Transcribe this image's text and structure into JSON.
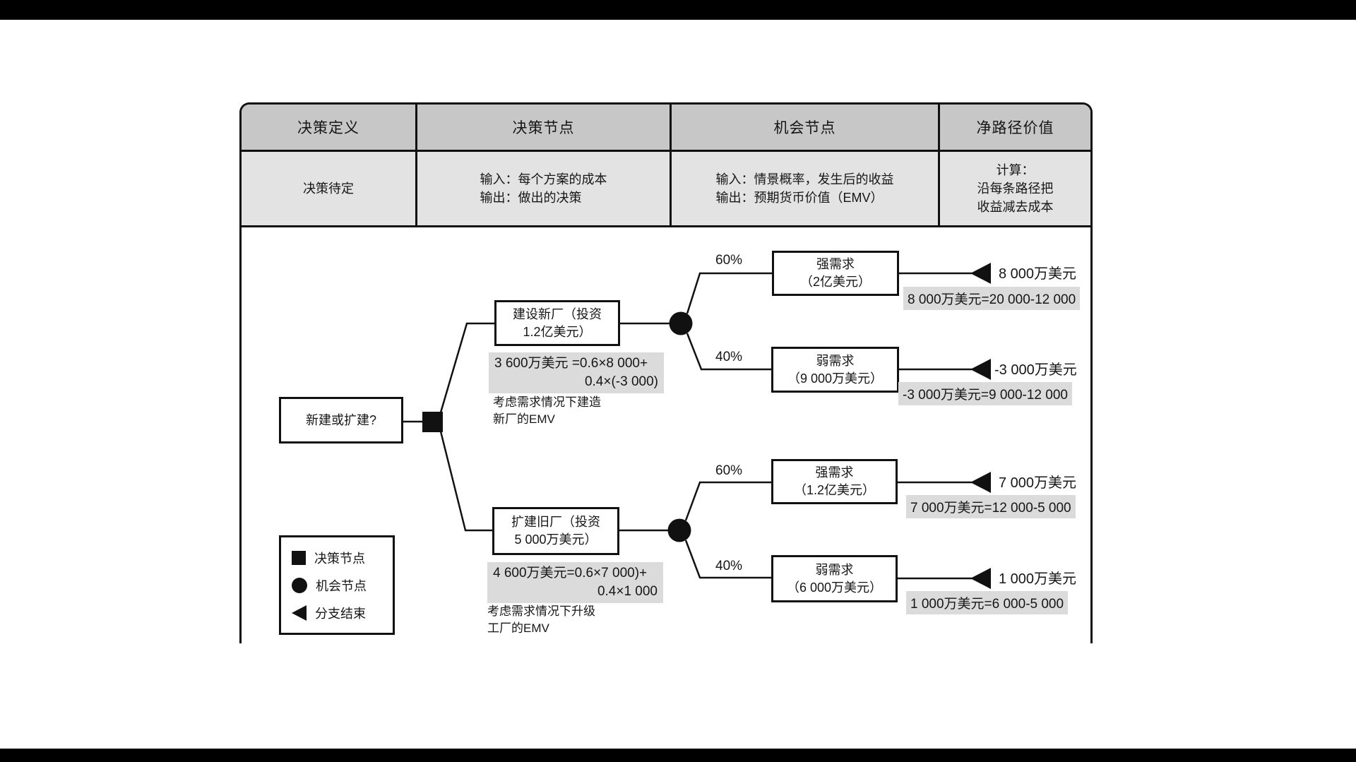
{
  "colors": {
    "line": "#111111",
    "header_fill": "#c7c7c7",
    "row_fill": "#e3e3e3",
    "highlight_fill": "#dbdbdb",
    "background": "#ffffff",
    "letterbox": "#000000"
  },
  "table": {
    "header": [
      "决策定义",
      "决策节点",
      "机会节点",
      "净路径价值"
    ],
    "row": {
      "definition": "决策待定",
      "decision_input": "输入：每个方案的成本",
      "decision_output": "输出：做出的决策",
      "chance_input": "输入：情景概率，发生后的收益",
      "chance_output": "输出：预期货币价值（EMV）",
      "net_line1": "计算：",
      "net_line2": "沿每条路径把",
      "net_line3": "收益减去成本"
    }
  },
  "tree": {
    "root": {
      "label": "新建或扩建?"
    },
    "branches": [
      {
        "option_line1": "建设新厂（投资",
        "option_line2": "1.2亿美元）",
        "emv_line1": "3 600万美元 =0.6×8 000+",
        "emv_line2": "0.4×(-3 000)",
        "caption_line1": "考虑需求情况下建造",
        "caption_line2": "新厂的EMV",
        "outcomes": [
          {
            "prob": "60%",
            "label_line1": "强需求",
            "label_line2": "（2亿美元）",
            "value": "8 000万美元",
            "calc": "8 000万美元=20 000-12 000"
          },
          {
            "prob": "40%",
            "label_line1": "弱需求",
            "label_line2": "（9 000万美元）",
            "value": "-3 000万美元",
            "calc": "-3 000万美元=9 000-12 000"
          }
        ]
      },
      {
        "option_line1": "扩建旧厂（投资",
        "option_line2": "5 000万美元）",
        "emv_line1": "4 600万美元=0.6×7 000)+",
        "emv_line2": "0.4×1 000",
        "caption_line1": "考虑需求情况下升级",
        "caption_line2": "工厂的EMV",
        "outcomes": [
          {
            "prob": "60%",
            "label_line1": "强需求",
            "label_line2": "（1.2亿美元）",
            "value": "7 000万美元",
            "calc": "7 000万美元=12 000-5 000"
          },
          {
            "prob": "40%",
            "label_line1": "弱需求",
            "label_line2": "（6 000万美元）",
            "value": "1 000万美元",
            "calc": "1 000万美元=6 000-5 000"
          }
        ]
      }
    ],
    "legend": [
      {
        "label": "决策节点"
      },
      {
        "label": "机会节点"
      },
      {
        "label": "分支结束"
      }
    ]
  }
}
